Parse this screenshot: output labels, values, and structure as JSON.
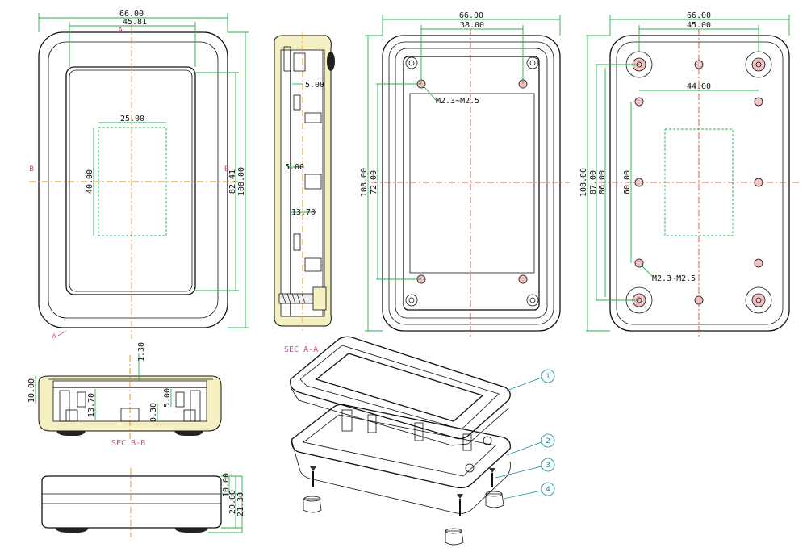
{
  "front": {
    "w_outer": "66.00",
    "w_inner": "45.81",
    "w_window": "25.00",
    "h_window": "40.00",
    "h_inner": "82.41",
    "h_outer": "108.00",
    "mark_a": "A",
    "mark_b": "B"
  },
  "side": {
    "d1": "5.00",
    "d2": "5.00",
    "d3": "13.70"
  },
  "inner": {
    "w_outer": "66.00",
    "w_holes": "38.00",
    "screw": "M2.3~M2.5",
    "h_outer": "108.00",
    "h_holes": "72.00"
  },
  "back": {
    "w_outer": "66.00",
    "w_top": "45.00",
    "w_mid": "44.00",
    "h_outer": "108.00",
    "h_2": "87.00",
    "h_3": "86.00",
    "h_mid": "60.00",
    "screw": "M2.3~M2.5"
  },
  "sec_b": {
    "h": "10.00",
    "d_top": "1.30",
    "d_a": "13.70",
    "d_b": "5.00",
    "d_c": "0.30",
    "label": "SEC B-B"
  },
  "bottom": {
    "h1": "10.00",
    "h2": "20.00",
    "h3": "21.30"
  },
  "exploded": {
    "label": "SEC A-A",
    "callouts": [
      "1",
      "2",
      "3",
      "4"
    ]
  }
}
